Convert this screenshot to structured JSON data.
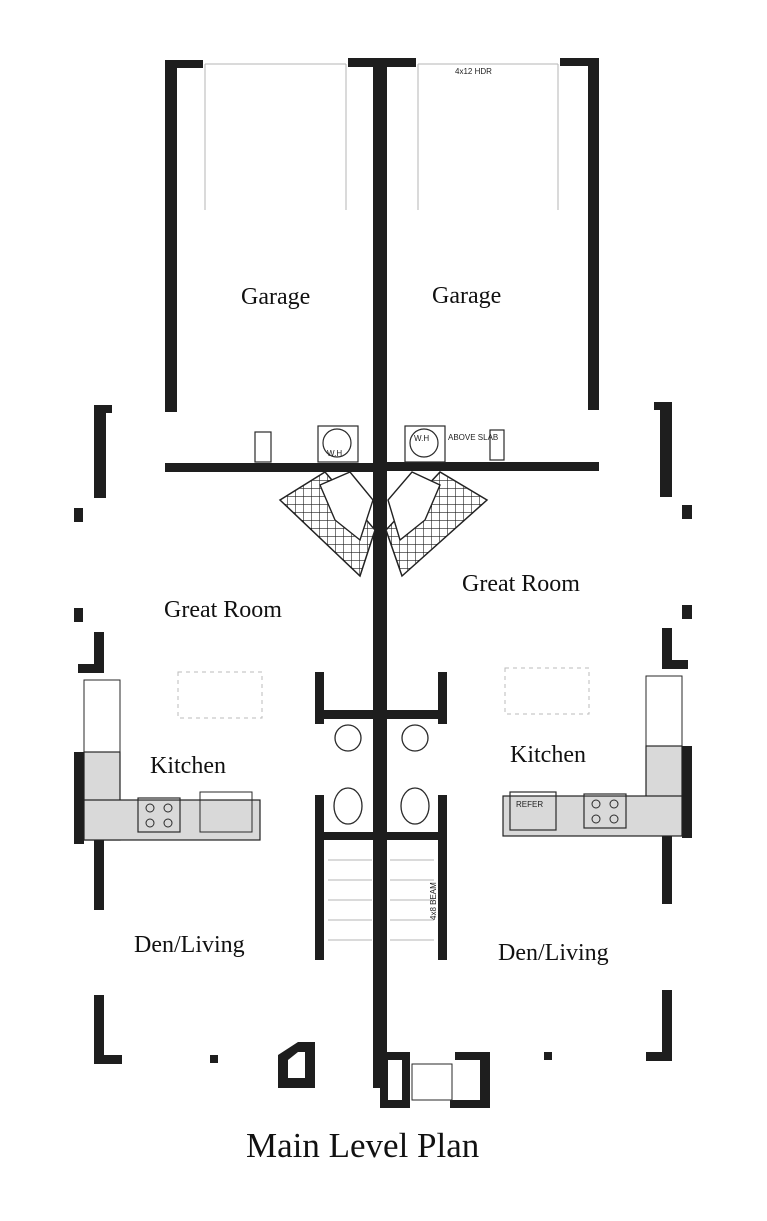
{
  "plan": {
    "title": "Main Level Plan",
    "rooms": {
      "garage_left": "Garage",
      "garage_right": "Garage",
      "great_room_left": "Great Room",
      "great_room_right": "Great Room",
      "kitchen_left": "Kitchen",
      "kitchen_right": "Kitchen",
      "den_left": "Den/Living",
      "den_right": "Den/Living"
    },
    "notes": {
      "refer": "REFER",
      "wh_left": "W.H",
      "wh_right": "W.H",
      "beam": "4x8 BEAM",
      "above_slab": "ABOVE SLAB",
      "garage_note": "4x12 HDR"
    }
  }
}
